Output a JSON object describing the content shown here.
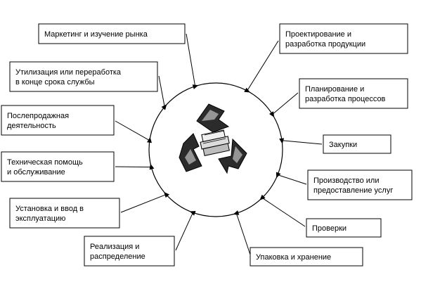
{
  "steps": [
    {
      "lines": [
        "Маркетинг и изучение рынка"
      ]
    },
    {
      "lines": [
        "Проектирование и",
        "разработка продукции"
      ]
    },
    {
      "lines": [
        "Планирование и",
        "разработка процессов"
      ]
    },
    {
      "lines": [
        "Закупки"
      ]
    },
    {
      "lines": [
        "Производство или",
        "предоставление услуг"
      ]
    },
    {
      "lines": [
        "Проверки"
      ]
    },
    {
      "lines": [
        "Упаковка и хранение"
      ]
    },
    {
      "lines": [
        "Реализация и",
        "распределение"
      ]
    },
    {
      "lines": [
        "Установка и ввод в",
        "эксплуатацию"
      ]
    },
    {
      "lines": [
        "Техническая помощь",
        "и обслуживание"
      ]
    },
    {
      "lines": [
        "Послепродажная",
        "деятельность"
      ]
    },
    {
      "lines": [
        "Утилизация или переработка",
        "в конце срока службы"
      ]
    }
  ],
  "center_icon": "recycling-icon",
  "colors": {
    "line": "#000000",
    "box_fill": "#ffffff",
    "icon_dark": "#2b2b2b"
  }
}
